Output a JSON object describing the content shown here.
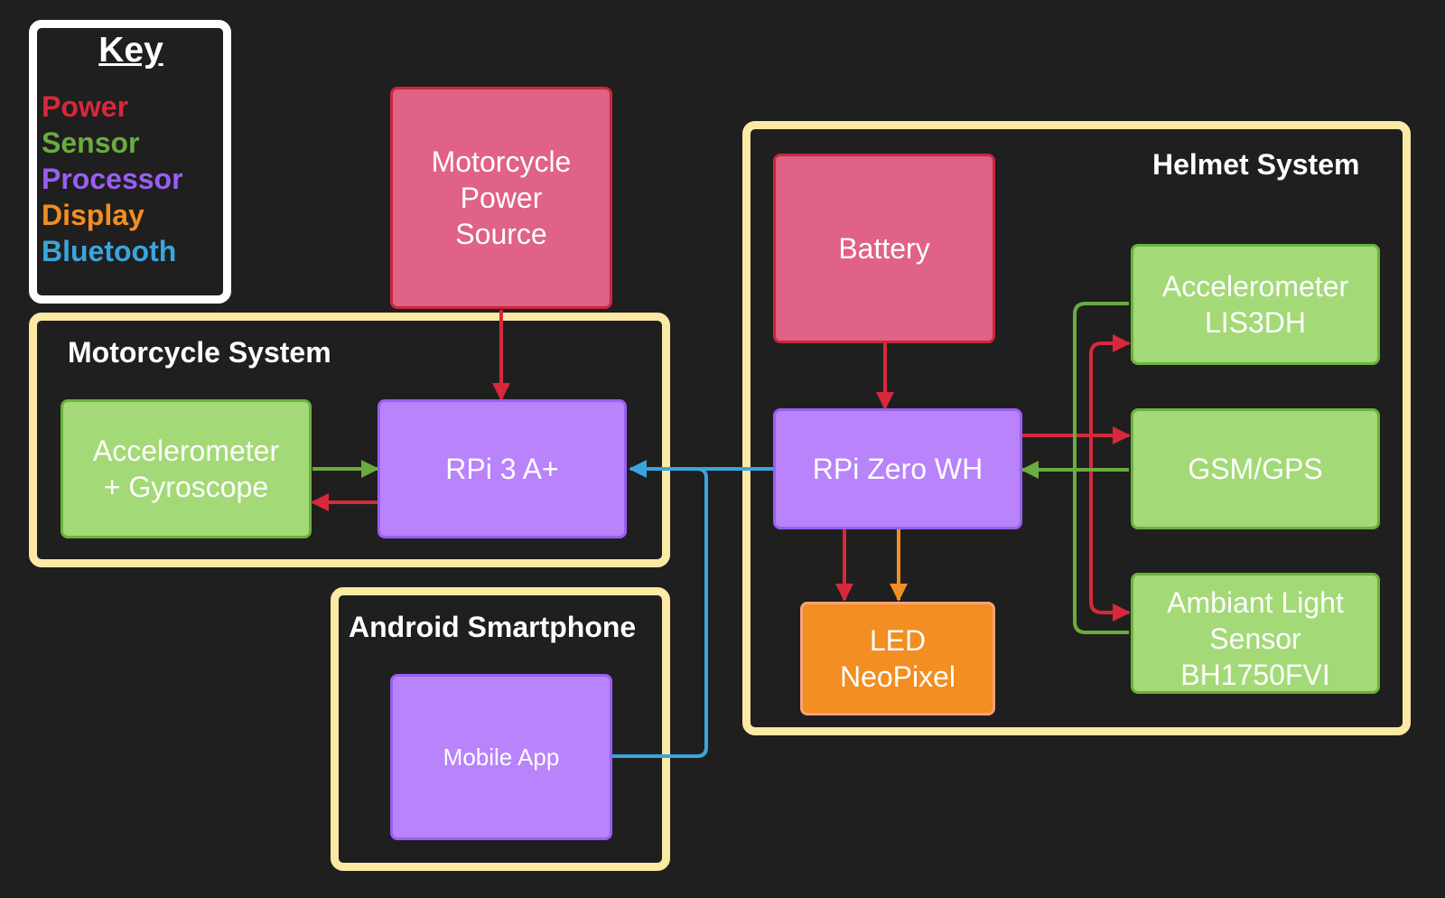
{
  "key": {
    "title": "Key",
    "items": [
      {
        "label": "Power",
        "color": "#d8283b"
      },
      {
        "label": "Sensor",
        "color": "#6aac3e"
      },
      {
        "label": "Processor",
        "color": "#9a5ef2"
      },
      {
        "label": "Display",
        "color": "#f28e22"
      },
      {
        "label": "Bluetooth",
        "color": "#3aa5dd"
      }
    ]
  },
  "groups": {
    "motorcycle": "Motorcycle System",
    "android": "Android Smartphone",
    "helmet": "Helmet System"
  },
  "nodes": {
    "motorcycle_power": "Motorcycle\nPower\nSource",
    "accel_gyro": "Accelerometer\n+ Gyroscope",
    "rpi3": "RPi 3 A+",
    "mobile_app": "Mobile App",
    "battery": "Battery",
    "rpi_zero": "RPi Zero WH",
    "led": "LED\nNeoPixel",
    "lis3dh": "Accelerometer\nLIS3DH",
    "gsm_gps": "GSM/GPS",
    "light_sensor": "Ambiant Light\nSensor\nBH1750FVI"
  }
}
